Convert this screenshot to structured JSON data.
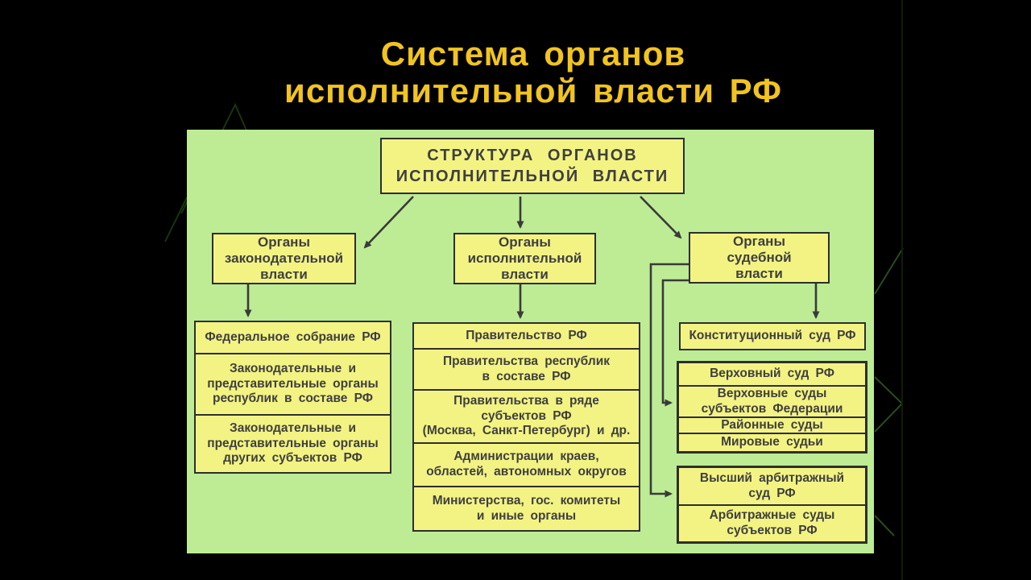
{
  "title": {
    "text": "Система органов\nисполнительной власти РФ"
  },
  "root_box": {
    "label": "СТРУКТУРА ОРГАНОВ\nИСПОЛНИТЕЛЬНОЙ ВЛАСТИ"
  },
  "branches": {
    "legislative": {
      "label": "Органы\nзаконодательной\nвласти"
    },
    "executive": {
      "label": "Органы\nисполнительной\nвласти"
    },
    "judicial": {
      "label": "Органы\nсудебной\nвласти"
    }
  },
  "legislative_cells": [
    "Федеральное собрание РФ",
    "Законодательные и\nпредставительные органы\nреспублик в составе РФ",
    "Законодательные и\nпредставительные органы\nдругих субъектов РФ"
  ],
  "executive_cells": [
    "Правительство РФ",
    "Правительства республик\nв составе РФ",
    "Правительства в ряде\nсубъектов РФ\n(Москва, Санкт-Петербург) и др.",
    "Администрации краев,\nобластей, автономных округов",
    "Министерства, гос. комитеты\nи иные органы"
  ],
  "judicial_cells": {
    "constitutional": "Конституционный суд РФ",
    "general_courts": [
      "Верховный суд РФ",
      "Верховные суды\nсубъектов Федерации",
      "Районные суды",
      "Мировые судьи"
    ],
    "arbitration_courts": [
      "Высший арбитражный\nсуд РФ",
      "Арбитражные суды\nсубъектов РФ"
    ]
  },
  "colors": {
    "background": "#000000",
    "panel": "#bdec95",
    "box_fill": "#f3f383",
    "box_border": "#2e2e2e",
    "box_text": "#3f3f3f",
    "title_text": "#f1c41f",
    "connector": "#3a3a3a",
    "decor_line": "#2c5420"
  }
}
